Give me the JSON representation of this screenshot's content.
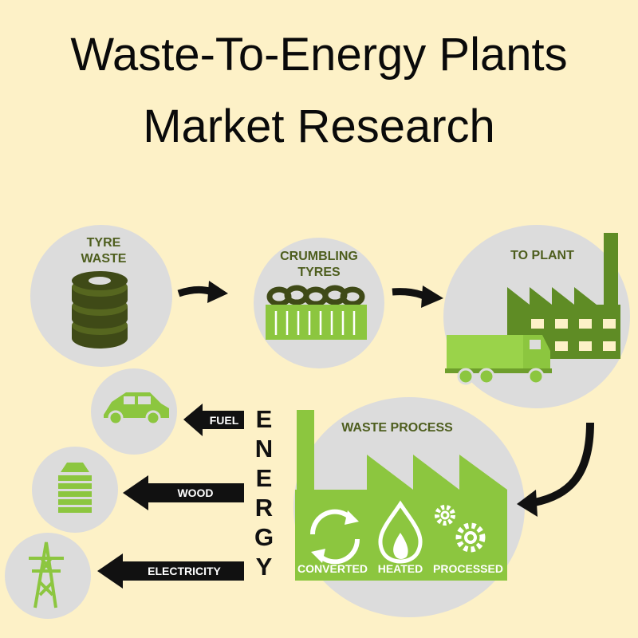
{
  "title": {
    "line1": "Waste-To-Energy Plants",
    "line2": "Market Research"
  },
  "steps": {
    "tyre_waste": [
      "TYRE",
      "WASTE"
    ],
    "crumbling_tyres": [
      "CRUMBLING",
      "TYRES"
    ],
    "to_plant": "TO PLANT",
    "waste_process": "WASTE PROCESS"
  },
  "process_stages": [
    "CONVERTED",
    "HEATED",
    "PROCESSED"
  ],
  "energy_word": [
    "E",
    "N",
    "E",
    "R",
    "G",
    "Y"
  ],
  "outputs": [
    "FUEL",
    "WOOD",
    "ELECTRICITY"
  ],
  "colors": {
    "background": "#fdf1c7",
    "circle": "#dcdcdc",
    "green": "#8cc63f",
    "dark_green": "#4e5e1e",
    "tyre_green": "#3f4a17",
    "arrow": "#111111"
  },
  "icons": [
    "tyre-stack-icon",
    "crumbling-tyres-icon",
    "factory-icon",
    "truck-icon",
    "recycle-icon",
    "flame-icon",
    "gears-icon",
    "car-icon",
    "wood-stack-icon",
    "power-tower-icon"
  ]
}
